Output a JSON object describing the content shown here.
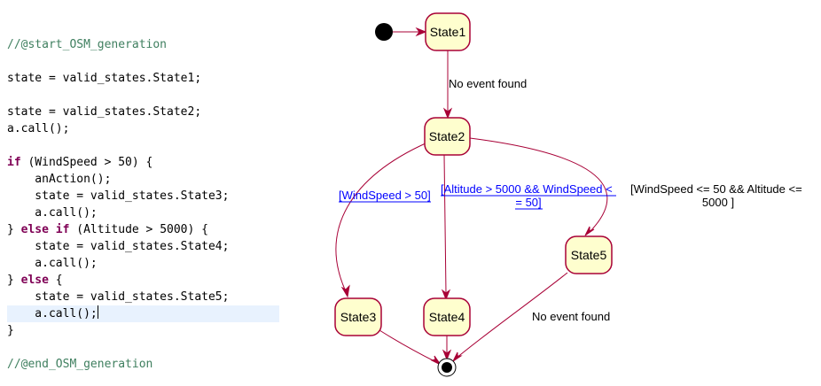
{
  "code": {
    "lines": [
      [
        {
          "t": "//@start_OSM_generation",
          "c": "comment"
        }
      ],
      [],
      [
        {
          "t": "state = valid_states.State1;",
          "c": "plain"
        }
      ],
      [],
      [
        {
          "t": "state = valid_states.State2;",
          "c": "plain"
        }
      ],
      [
        {
          "t": "a.call();",
          "c": "plain"
        }
      ],
      [],
      [
        {
          "t": "if",
          "c": "kw"
        },
        {
          "t": " (WindSpeed > 50) {",
          "c": "plain"
        }
      ],
      [
        {
          "t": "    anAction();",
          "c": "plain"
        }
      ],
      [
        {
          "t": "    state = valid_states.State3;",
          "c": "plain"
        }
      ],
      [
        {
          "t": "    a.call();",
          "c": "plain"
        }
      ],
      [
        {
          "t": "} ",
          "c": "plain"
        },
        {
          "t": "else if",
          "c": "kw"
        },
        {
          "t": " (Altitude > 5000) {",
          "c": "plain"
        }
      ],
      [
        {
          "t": "    state = valid_states.State4;",
          "c": "plain"
        }
      ],
      [
        {
          "t": "    a.call();",
          "c": "plain"
        }
      ],
      [
        {
          "t": "} ",
          "c": "plain"
        },
        {
          "t": "else",
          "c": "kw"
        },
        {
          "t": " {",
          "c": "plain"
        }
      ],
      [
        {
          "t": "    state = valid_states.State5;",
          "c": "plain"
        }
      ],
      [
        {
          "t": "    a.call();",
          "c": "plain"
        }
      ],
      [
        {
          "t": "}",
          "c": "plain"
        }
      ],
      [],
      [
        {
          "t": "//@end_OSM_generation",
          "c": "comment"
        }
      ]
    ],
    "current_line": 16
  },
  "diagram": {
    "states": {
      "state1": "State1",
      "state2": "State2",
      "state3": "State3",
      "state4": "State4",
      "state5": "State5"
    },
    "transitions": {
      "state1_to_state2": "No event found",
      "state2_to_state3": "[WindSpeed > 50]",
      "state2_to_state4_line1": "[Altitude > 5000 && WindSpeed <",
      "state2_to_state4_line2": "= 50]",
      "state2_to_state5_line1": "[WindSpeed <= 50 && Altitude <=",
      "state2_to_state5_line2": "5000 ]",
      "state5_to_end": "No event found"
    },
    "colors": {
      "state_fill": "#fefece",
      "state_border": "#a80036",
      "guard_link": "#0000ff",
      "comment": "#3f7f5f",
      "keyword": "#7f0055",
      "current_line_bg": "#e8f2fe"
    }
  }
}
